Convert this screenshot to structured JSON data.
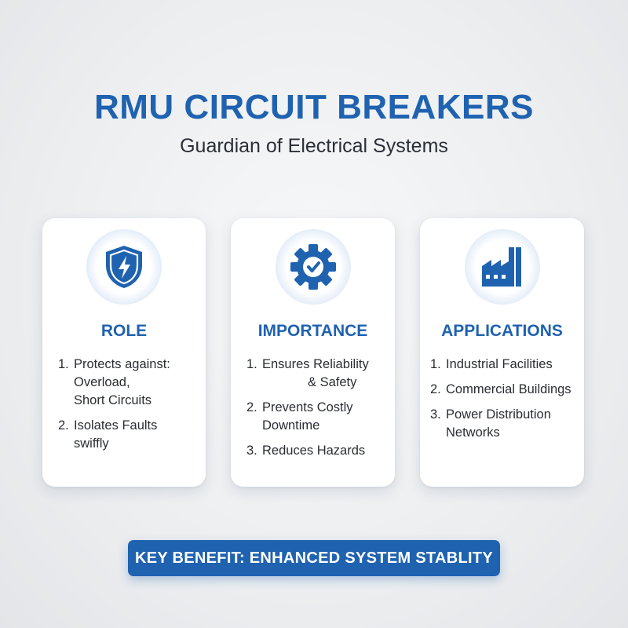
{
  "header": {
    "title": "RMU CIRCUIT BREAKERS",
    "subtitle": "Guardian of Electrical Systems"
  },
  "cards": [
    {
      "icon": "shield-lightning-icon",
      "title": "ROLE",
      "items": [
        {
          "num": "1.",
          "lines": [
            "Protects against:",
            "Overload,",
            "Short Circuits"
          ]
        },
        {
          "num": "2.",
          "lines": [
            "Isolates Faults",
            "swiffly"
          ]
        }
      ]
    },
    {
      "icon": "gear-check-icon",
      "title": "IMPORTANCE",
      "items": [
        {
          "num": "1.",
          "lines": [
            "Ensures Reliability",
            "& Safety"
          ]
        },
        {
          "num": "2.",
          "lines": [
            "Prevents Costly",
            "Downtime"
          ]
        },
        {
          "num": "3.",
          "lines": [
            "Reduces Hazards"
          ]
        }
      ]
    },
    {
      "icon": "factory-icon",
      "title": "APPLICATIONS",
      "items": [
        {
          "num": "1.",
          "lines": [
            "Industrial Facilities"
          ]
        },
        {
          "num": "2.",
          "lines": [
            "Commercial Buildings"
          ]
        },
        {
          "num": "3.",
          "lines": [
            "Power Distribution",
            "Networks"
          ]
        }
      ]
    }
  ],
  "banner": {
    "text": "KEY BENEFIT: ENHANCED SYSTEM STABLITY"
  },
  "colors": {
    "accent": "#1f62b0",
    "text": "#2a2d33",
    "background": "#eceef0",
    "card": "#ffffff"
  }
}
